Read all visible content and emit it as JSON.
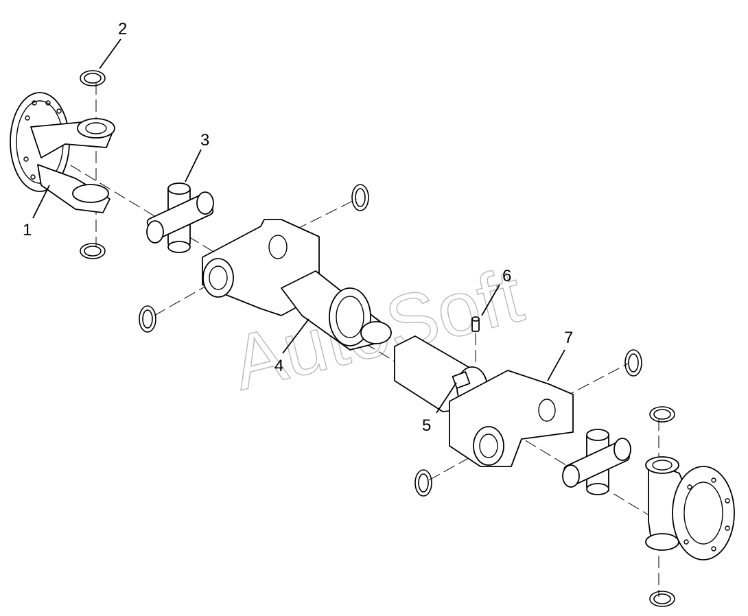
{
  "watermark": "AutoSoft",
  "callouts": [
    {
      "id": "1",
      "label": "1"
    },
    {
      "id": "2",
      "label": "2"
    },
    {
      "id": "3",
      "label": "3"
    },
    {
      "id": "4",
      "label": "4"
    },
    {
      "id": "5",
      "label": "5"
    },
    {
      "id": "6",
      "label": "6"
    },
    {
      "id": "7",
      "label": "7"
    }
  ],
  "colors": {
    "line": "#000000",
    "background": "#ffffff",
    "watermark": "#b9b9b9"
  }
}
